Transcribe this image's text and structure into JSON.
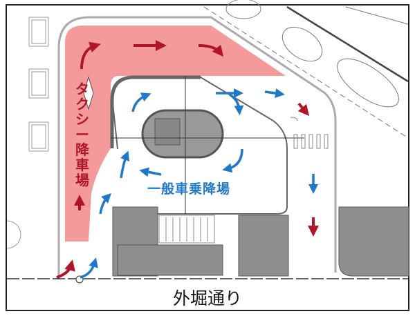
{
  "labels": {
    "taxi_dropoff": "タクシー降車場",
    "general_pickup": "一般車乗降場",
    "street_name": "外堀通り"
  },
  "colors": {
    "taxi_zone": "#f59a9a",
    "taxi_arrow": "#b0162a",
    "general_arrow": "#1f78c8",
    "building": "#8f8f8f"
  }
}
